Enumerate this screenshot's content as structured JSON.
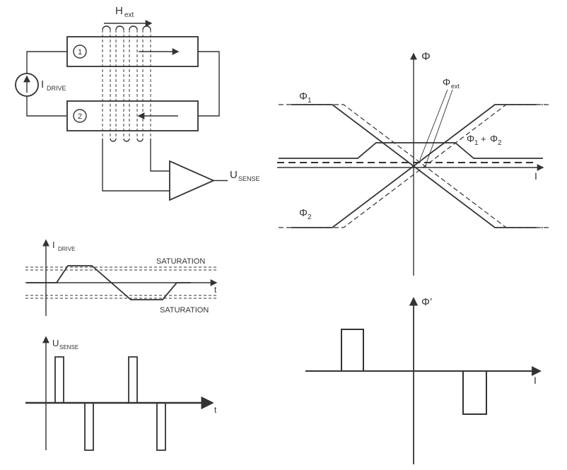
{
  "colors": {
    "line": "#333333"
  },
  "circuit": {
    "h_ext_main": "H",
    "h_ext_sub": "ext",
    "core1": "1",
    "core2": "2",
    "i_drive_main": "I",
    "i_drive_sub": "DRIVE",
    "u_sense_main": "U",
    "u_sense_sub": "SENSE"
  },
  "flux_graph": {
    "y_label": "Φ",
    "x_label": "I",
    "phi1_main": "Φ",
    "phi1_sub": "1",
    "phi2_main": "Φ",
    "phi2_sub": "2",
    "phi_ext_main": "Φ",
    "phi_ext_sub": "ext",
    "sum_p1": "Φ",
    "sum_s1": "1",
    "sum_plus": "+",
    "sum_p2": "Φ",
    "sum_s2": "2"
  },
  "idrive_graph": {
    "y_main": "I",
    "y_sub": "DRIVE",
    "x_label": "t",
    "saturation_upper": "SATURATION",
    "saturation_lower": "SATURATION"
  },
  "usense_graph": {
    "y_main": "U",
    "y_sub": "SENSE",
    "x_label": "t"
  },
  "phiprime_graph": {
    "y_label": "Φ’",
    "x_label": "I"
  }
}
